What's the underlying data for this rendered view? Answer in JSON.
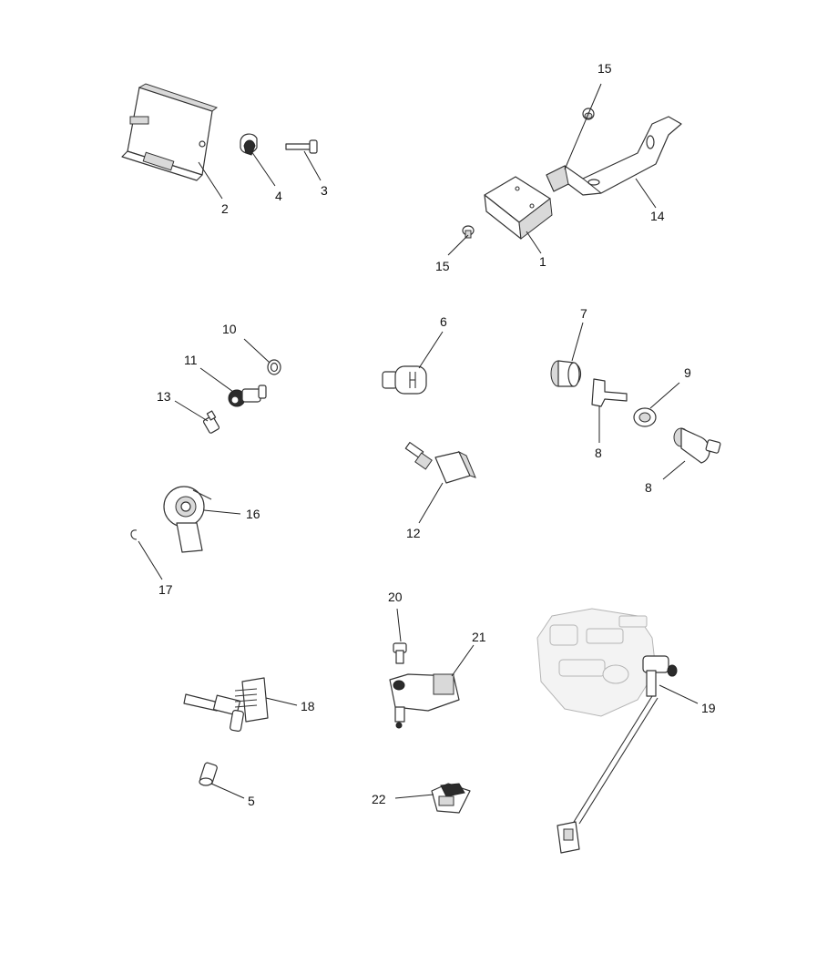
{
  "diagram": {
    "callouts": {
      "c1": "1",
      "c2": "2",
      "c3": "3",
      "c4": "4",
      "c5": "5",
      "c6": "6",
      "c7": "7",
      "c8a": "8",
      "c8b": "8",
      "c9": "9",
      "c10": "10",
      "c11": "11",
      "c12": "12",
      "c13": "13",
      "c14": "14",
      "c15a": "15",
      "c15b": "15",
      "c16": "16",
      "c17": "17",
      "c18": "18",
      "c19": "19",
      "c20": "20",
      "c21": "21",
      "c22": "22"
    },
    "colors": {
      "line": "#333333",
      "shade": "#d9d9d9",
      "dark": "#2b2b2b",
      "ghost": "#b5b5b5"
    }
  }
}
